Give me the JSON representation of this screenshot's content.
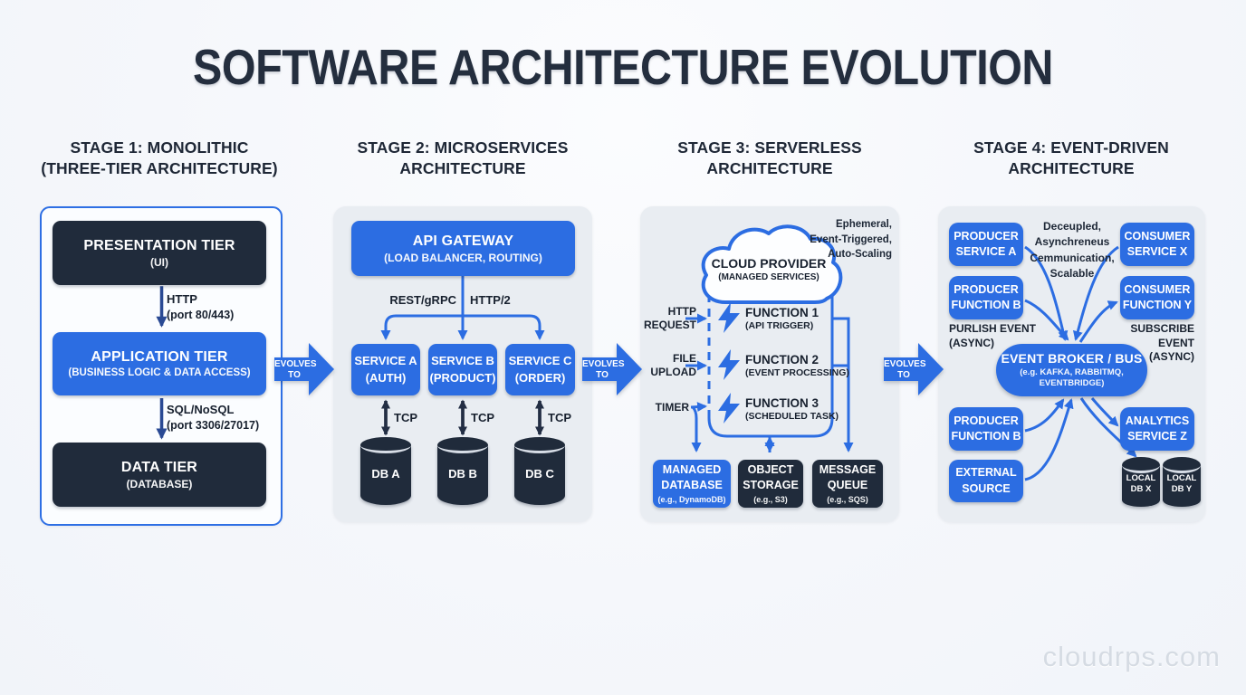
{
  "title": "SOFTWARE ARCHITECTURE EVOLUTION",
  "watermark": "cloudrps.com",
  "evolves": {
    "line1": "EVOLVES",
    "line2": "TO"
  },
  "colors": {
    "accent_blue": "#2c6de2",
    "dark_navy": "#202b3b",
    "panel_gray": "#e9edf2",
    "background": "#f5f7fb",
    "title_navy": "#242e3e",
    "connector_dark_blue": "#2a4a94",
    "tcp_arrow_dark": "#232e44"
  },
  "stage1": {
    "header_line1": "STAGE 1: MONOLITHIC",
    "header_line2": "(THREE-TIER ARCHITECTURE)",
    "presentation_title": "PRESENTATION TIER",
    "presentation_subtitle": "(UI)",
    "http_label": "HTTP",
    "http_port": "(port 80/443)",
    "application_title": "APPLICATION TIER",
    "application_subtitle": "(BUSINESS LOGIC & DATA ACCESS)",
    "sql_label": "SQL/NoSQL",
    "sql_port": "(port 3306/27017)",
    "data_title": "DATA TIER",
    "data_subtitle": "(DATABASE)"
  },
  "stage2": {
    "header_line1": "STAGE 2: MICROSERVICES",
    "header_line2": "ARCHITECTURE",
    "gateway_title": "API GATEWAY",
    "gateway_subtitle": "(LOAD BALANCER, ROUTING)",
    "protocol_left": "REST/gRPC",
    "protocol_right": "HTTP/2",
    "services": [
      {
        "title": "SERVICE A",
        "subtitle": "(AUTH)",
        "protocol": "TCP",
        "db": "DB A"
      },
      {
        "title": "SERVICE B",
        "subtitle": "(PRODUCT)",
        "protocol": "TCP",
        "db": "DB B"
      },
      {
        "title": "SERVICE C",
        "subtitle": "(ORDER)",
        "protocol": "TCP",
        "db": "DB C"
      }
    ]
  },
  "stage3": {
    "header_line1": "STAGE 3: SERVERLESS",
    "header_line2": "ARCHITECTURE",
    "cloud_title": "CLOUD PROVIDER",
    "cloud_subtitle": "(MANAGED SERVICES)",
    "annotation_line1": "Ephemeral,",
    "annotation_line2": "Event-Triggered,",
    "annotation_line3": "Auto-Scaling",
    "triggers": [
      {
        "line1": "HTTP",
        "line2": "REQUEST"
      },
      {
        "line1": "FILE",
        "line2": "UPLOAD"
      },
      {
        "line1": "TIMER",
        "line2": ""
      }
    ],
    "functions": [
      {
        "title": "FUNCTION 1",
        "subtitle": "(API TRIGGER)"
      },
      {
        "title": "FUNCTION 2",
        "subtitle": "(EVENT PROCESSING)"
      },
      {
        "title": "FUNCTION 3",
        "subtitle": "(SCHEDULED TASK)"
      }
    ],
    "managed_db_line1": "MANAGED",
    "managed_db_line2": "DATABASE",
    "managed_db_subtitle": "(e.g., DynamoDB)",
    "object_storage_line1": "OBJECT",
    "object_storage_line2": "STORAGE",
    "object_storage_subtitle": "(e.g., S3)",
    "message_queue_line1": "MESSAGE",
    "message_queue_line2": "QUEUE",
    "message_queue_subtitle": "(e.g., SQS)"
  },
  "stage4": {
    "header_line1": "STAGE 4: EVENT-DRIVEN",
    "header_line2": "ARCHITECTURE",
    "annotation_line1": "Deceupled,",
    "annotation_line2": "Asynchreneus",
    "annotation_line3": "Cemmunication,",
    "annotation_line4": "Scalable",
    "producer_service_a_line1": "PRODUCER",
    "producer_service_a_line2": "SERVICE A",
    "producer_function_b_line1": "PRODUCER",
    "producer_function_b_line2": "FUNCTION B",
    "consumer_service_x_line1": "CONSUMER",
    "consumer_service_x_line2": "SERVICE X",
    "consumer_function_y_line1": "CONSUMER",
    "consumer_function_y_line2": "FUNCTION Y",
    "publish_label_line1": "PURLISH EVENT",
    "publish_label_line2": "(ASYNC)",
    "subscribe_label_line1": "SUBSCRIBE EVENT",
    "subscribe_label_line2": "(ASYNC)",
    "broker_title": "EVENT BROKER / BUS",
    "broker_subtitle_line1": "(e.g. KAFKA, RABBITMQ,",
    "broker_subtitle_line2": "EVENTBRIDGE)",
    "external_source_line1": "EXTERNAL",
    "external_source_line2": "SOURCE",
    "analytics_service_z_line1": "ANALYTICS",
    "analytics_service_z_line2": "SERVICE Z",
    "local_db_x_line1": "LOCAL",
    "local_db_x_line2": "DB X",
    "local_db_y_line1": "LOCAL",
    "local_db_y_line2": "DB Y"
  }
}
